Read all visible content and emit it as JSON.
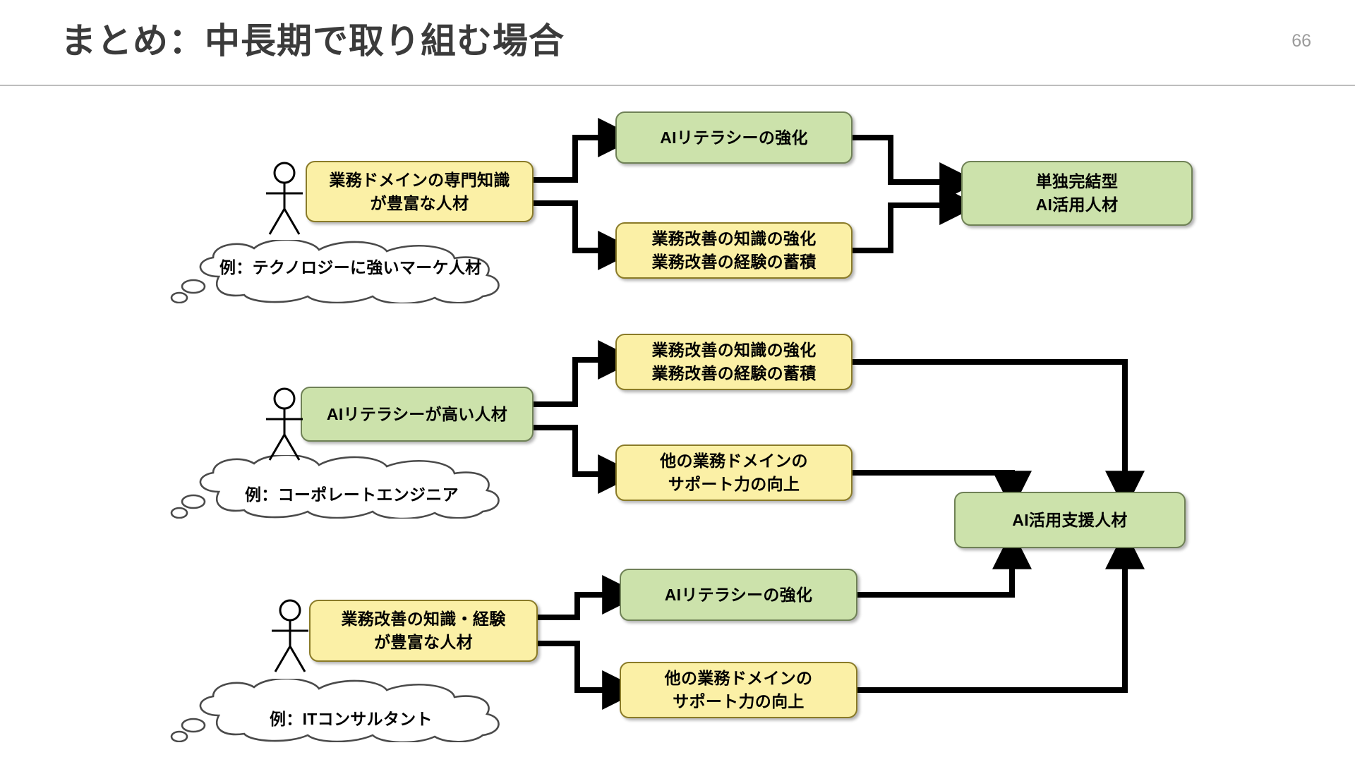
{
  "header": {
    "title": "まとめ：中長期で取り組む場合",
    "page_number": "66"
  },
  "colors": {
    "yellow_fill": "#fbf0a6",
    "yellow_stroke": "#8a7b28",
    "green_fill": "#cce2ab",
    "green_stroke": "#6f8156",
    "connector": "#000000",
    "title_text": "#3b3b3b",
    "page_number_text": "#9b9b9b",
    "header_rule": "#bdbdbd"
  },
  "diagram": {
    "type": "flowchart",
    "rows": [
      {
        "id": "row-1",
        "persona": {
          "label_line1": "業務ドメインの専門知識",
          "label_line2": "が豊富な人材",
          "color": "yellow"
        },
        "cloud": {
          "label": "例：テクノロジーに強いマーケ人材"
        },
        "actions": [
          {
            "label_line1": "AIリテラシーの強化",
            "label_line2": "",
            "color": "green"
          },
          {
            "label_line1": "業務改善の知識の強化",
            "label_line2": "業務改善の経験の蓄積",
            "color": "yellow"
          }
        ]
      },
      {
        "id": "row-2",
        "persona": {
          "label_line1": "AIリテラシーが高い人材",
          "label_line2": "",
          "color": "green"
        },
        "cloud": {
          "label": "例：コーポレートエンジニア"
        },
        "actions": [
          {
            "label_line1": "業務改善の知識の強化",
            "label_line2": "業務改善の経験の蓄積",
            "color": "yellow"
          },
          {
            "label_line1": "他の業務ドメインの",
            "label_line2": "サポート力の向上",
            "color": "yellow"
          }
        ]
      },
      {
        "id": "row-3",
        "persona": {
          "label_line1": "業務改善の知識・経験",
          "label_line2": "が豊富な人材",
          "color": "yellow"
        },
        "cloud": {
          "label": "例：ITコンサルタント"
        },
        "actions": [
          {
            "label_line1": "AIリテラシーの強化",
            "label_line2": "",
            "color": "green"
          },
          {
            "label_line1": "他の業務ドメインの",
            "label_line2": "サポート力の向上",
            "color": "yellow"
          }
        ]
      }
    ],
    "outcomes": [
      {
        "id": "outcome-standalone",
        "label_line1": "単独完結型",
        "label_line2": "AI活用人材",
        "color": "green"
      },
      {
        "id": "outcome-support",
        "label_line1": "AI活用支援人材",
        "label_line2": "",
        "color": "green"
      }
    ]
  }
}
